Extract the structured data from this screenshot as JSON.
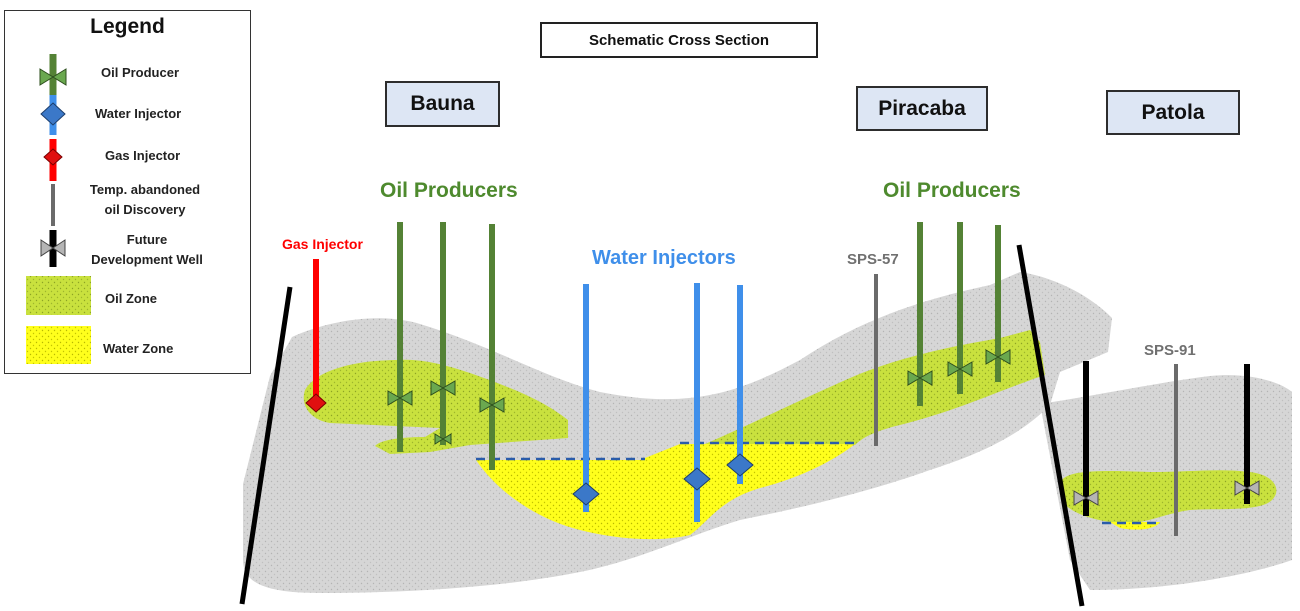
{
  "title": "Schematic Cross Section",
  "fields": {
    "bauna": "Bauna",
    "piracaba": "Piracaba",
    "patola": "Patola"
  },
  "labels": {
    "oil_producers_left": "Oil Producers",
    "oil_producers_right": "Oil Producers",
    "water_injectors": "Water Injectors",
    "gas_injector": "Gas Injector",
    "sps57": "SPS-57",
    "sps91": "SPS-91"
  },
  "legend": {
    "title": "Legend",
    "items": [
      {
        "label": "Oil Producer",
        "icon": "oil-producer-icon"
      },
      {
        "label": "Water Injector",
        "icon": "water-injector-icon"
      },
      {
        "label": "Gas Injector",
        "icon": "gas-injector-icon"
      },
      {
        "label": "Temp. abandoned oil Discovery",
        "line1": "Temp. abandoned",
        "line2": "oil Discovery",
        "icon": "abandoned-well-icon"
      },
      {
        "label": "Future Development Well",
        "line1": "Future",
        "line2": "Development Well",
        "icon": "future-well-icon"
      },
      {
        "label": "Oil Zone",
        "icon": "oil-zone-swatch"
      },
      {
        "label": "Water Zone",
        "icon": "water-zone-swatch"
      }
    ]
  },
  "colors": {
    "oil_producer": "#548235",
    "water_injector": "#3f8fea",
    "gas_injector": "#ff0000",
    "abandoned": "#6b6b6b",
    "future": "#000000",
    "oil_zone": "#c8e03c",
    "water_zone": "#ffff1a",
    "rock": "#d4d4d4",
    "label_green": "#4e8a2e",
    "label_blue": "#3f8fea",
    "label_red": "#ff0000",
    "label_gray": "#707070"
  }
}
